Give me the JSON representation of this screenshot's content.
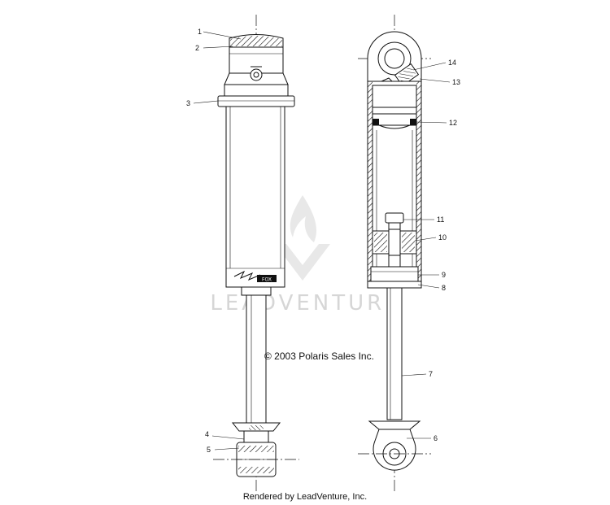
{
  "watermark": {
    "text": "LEADVENTURE"
  },
  "copyright": "© 2003 Polaris Sales Inc.",
  "footer": "Rendered by LeadVenture, Inc.",
  "callouts": [
    "1",
    "2",
    "3",
    "4",
    "5",
    "6",
    "7",
    "8",
    "9",
    "10",
    "11",
    "12",
    "13",
    "14"
  ]
}
